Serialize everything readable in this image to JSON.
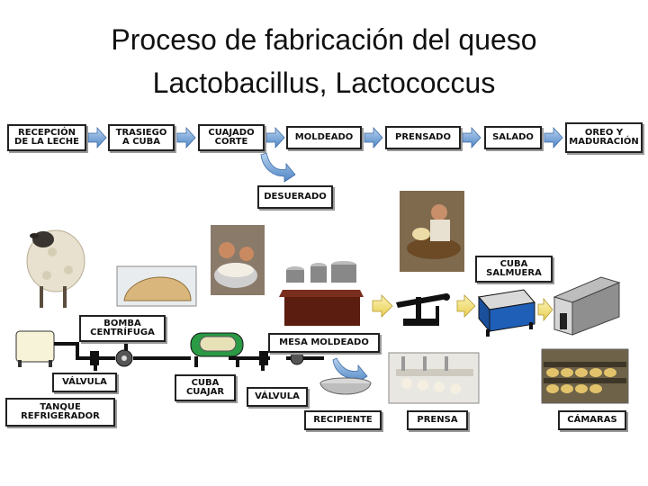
{
  "title": {
    "line1": "Proceso de fabricación del queso",
    "line2": "Lactobacillus, Lactococcus"
  },
  "flow_steps": [
    "RECEPCIÓN DE LA LECHE",
    "TRASIEGO A CUBA",
    "CUAJADO CORTE",
    "MOLDEADO",
    "PRENSADO",
    "SALADO",
    "OREO Y MADURACIÓN"
  ],
  "branch_step": "DESUERADO",
  "plant_labels": {
    "bomba": "BOMBA CENTRÍFUGA",
    "valvula1": "VÁLVULA",
    "tanque": "TANQUE REFRIGERADOR",
    "cuba_cuajar": "CUBA CUAJAR",
    "valvula2": "VÁLVULA",
    "mesa": "MESA MOLDEADO",
    "recipiente": "RECIPIENTE",
    "prensa": "PRENSA",
    "cuba_salmuera": "CUBA SALMUERA",
    "camaras": "CÁMARAS"
  },
  "colors": {
    "arrow_fill": "#4f86c6",
    "arrow_light": "#b9d3ef",
    "yellow_arrow": "#f4e27a",
    "pipe": "#111111",
    "cuba_blue": "#1f5fb8",
    "tank_green": "#2a9a45"
  }
}
